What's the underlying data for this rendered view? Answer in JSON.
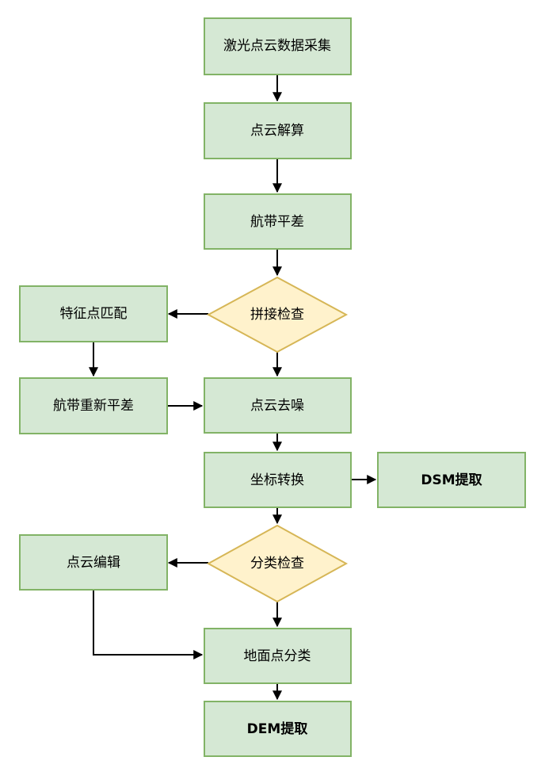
{
  "nodes": {
    "laser_collect": "激光点云数据采集",
    "cloud_solve": "点云解算",
    "strip_adjust": "航带平差",
    "stitch_check": "拼接检查",
    "feature_match": "特征点匹配",
    "strip_readjust": "航带重新平差",
    "denoise": "点云去噪",
    "coord_transform": "坐标转换",
    "dsm_extract": "DSM提取",
    "classify_check": "分类检查",
    "cloud_edit": "点云编辑",
    "ground_classify": "地面点分类",
    "dem_extract": "DEM提取"
  },
  "colors": {
    "process_fill": "#d5e8d4",
    "process_stroke": "#82b366",
    "decision_fill": "#fff2cc",
    "decision_stroke": "#d6b656",
    "edge": "#000000"
  }
}
